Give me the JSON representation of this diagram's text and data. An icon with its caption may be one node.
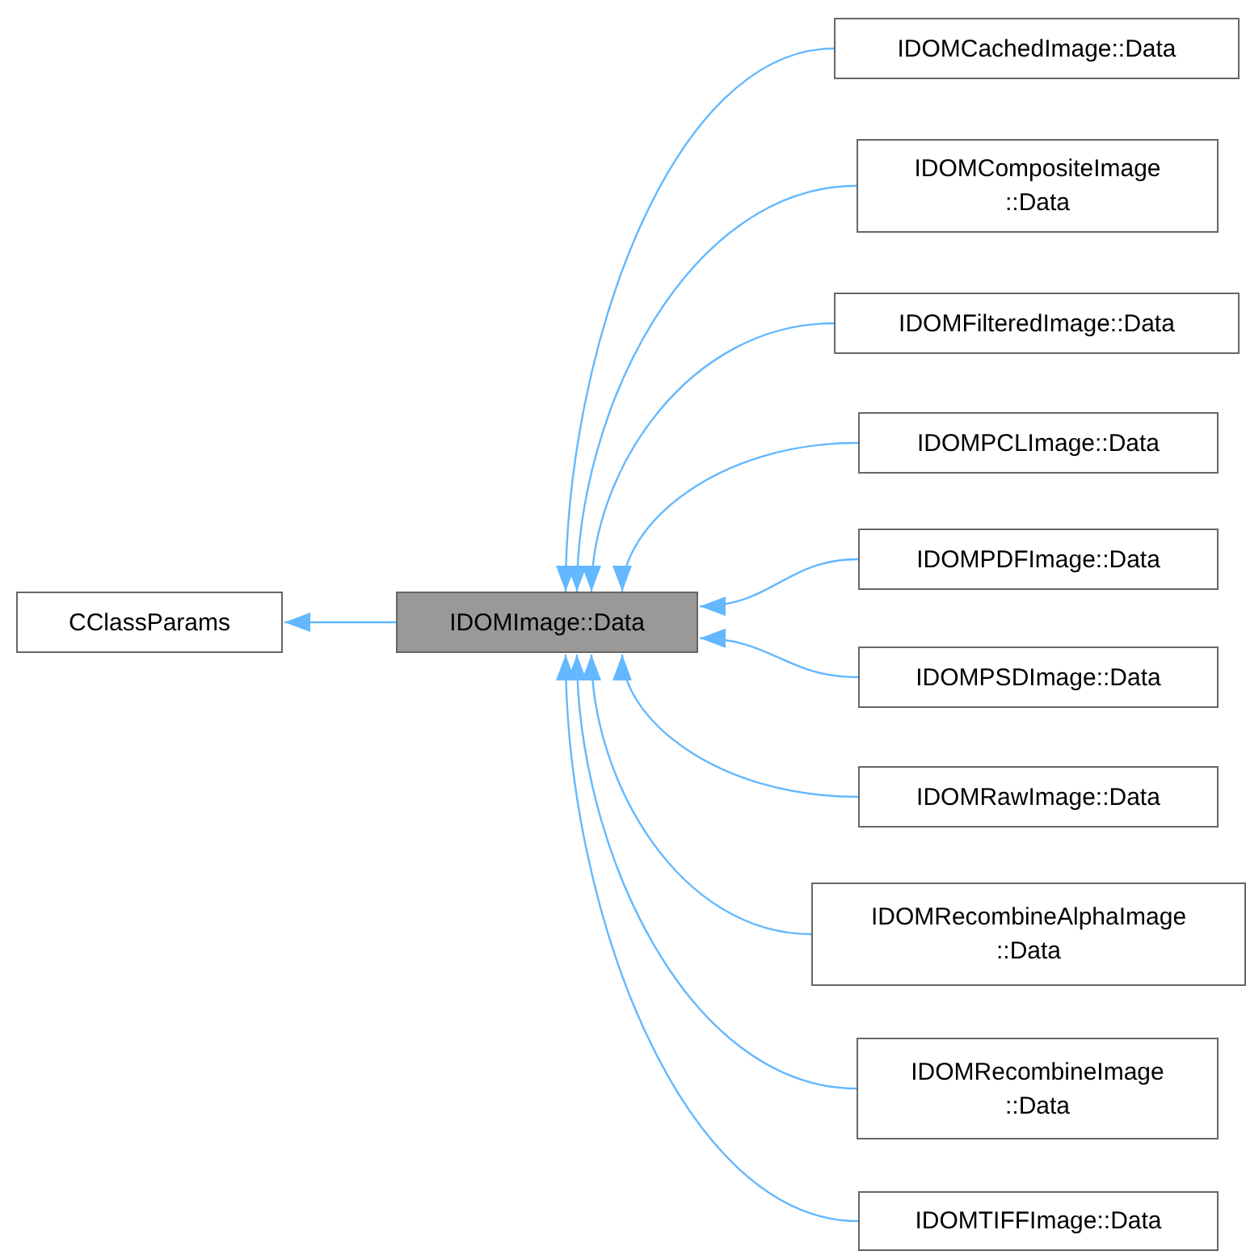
{
  "diagram": {
    "nodes": [
      {
        "text": [
          "CClassParams"
        ]
      },
      {
        "text": [
          "IDOMImage::Data"
        ]
      },
      {
        "text": [
          "IDOMCachedImage::Data"
        ]
      },
      {
        "text": [
          "IDOMCompositeImage ::Data"
        ]
      },
      {
        "text": [
          "IDOMFilteredImage::Data"
        ]
      },
      {
        "text": [
          "IDOMPCLImage::Data"
        ]
      },
      {
        "text": [
          "IDOMPDFImage::Data"
        ]
      },
      {
        "text": [
          "IDOMPSDImage::Data"
        ]
      },
      {
        "text": [
          "IDOMRawImage::Data"
        ]
      },
      {
        "text": [
          "IDOMRecombineAlphaImage ::Data"
        ]
      },
      {
        "text": [
          "IDOMRecombineImage ::Data"
        ]
      },
      {
        "text": [
          "IDOMTIFFImage::Data"
        ]
      }
    ],
    "edges": [
      {
        "from": 1,
        "to": 0,
        "arrow": "to"
      },
      {
        "from": 2,
        "to": 1,
        "arrow": "to"
      },
      {
        "from": 3,
        "to": 1,
        "arrow": "to"
      },
      {
        "from": 4,
        "to": 1,
        "arrow": "to"
      },
      {
        "from": 5,
        "to": 1,
        "arrow": "to"
      },
      {
        "from": 6,
        "to": 1,
        "arrow": "to"
      },
      {
        "from": 7,
        "to": 1,
        "arrow": "to"
      },
      {
        "from": 8,
        "to": 1,
        "arrow": "to"
      },
      {
        "from": 9,
        "to": 1,
        "arrow": "to"
      },
      {
        "from": 10,
        "to": 1,
        "arrow": "to"
      },
      {
        "from": 11,
        "to": 1,
        "arrow": "to"
      }
    ]
  }
}
